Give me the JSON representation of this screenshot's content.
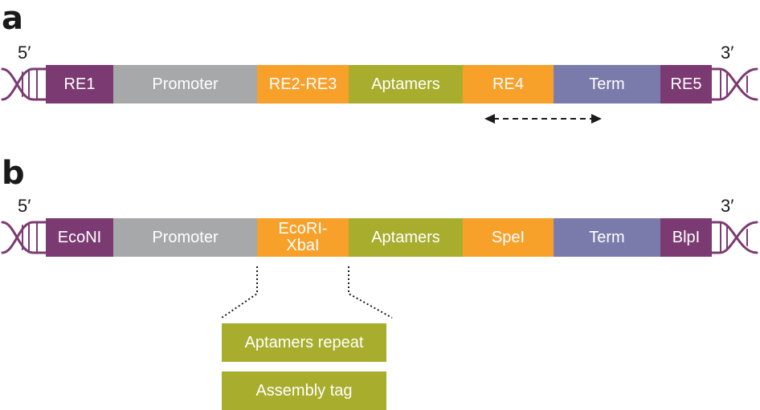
{
  "colors": {
    "purple": "#7b3b72",
    "gray": "#a6a8aa",
    "orange": "#f7a12b",
    "olive": "#a8ad2e",
    "blue": "#7a7bab",
    "dna": "#7b3b72"
  },
  "panel_a": {
    "label": "a",
    "five_prime": "5′",
    "three_prime": "3′",
    "segments": [
      {
        "label": "RE1",
        "color": "purple"
      },
      {
        "label": "Promoter",
        "color": "gray"
      },
      {
        "label": "RE2-RE3",
        "color": "orange"
      },
      {
        "label": "Aptamers",
        "color": "olive"
      },
      {
        "label": "RE4",
        "color": "orange"
      },
      {
        "label": "Term",
        "color": "blue"
      },
      {
        "label": "RE5",
        "color": "purple"
      }
    ]
  },
  "panel_b": {
    "label": "b",
    "five_prime": "5′",
    "three_prime": "3′",
    "segments": [
      {
        "label": "EcoNI",
        "color": "purple"
      },
      {
        "label": "Promoter",
        "color": "gray"
      },
      {
        "label": "EcoRI-\nXbaI",
        "color": "orange"
      },
      {
        "label": "Aptamers",
        "color": "olive"
      },
      {
        "label": "SpeI",
        "color": "orange"
      },
      {
        "label": "Term",
        "color": "blue"
      },
      {
        "label": "BlpI",
        "color": "purple"
      }
    ],
    "insert_boxes": [
      {
        "label": "Aptamers repeat"
      },
      {
        "label": "Assembly tag"
      }
    ]
  }
}
